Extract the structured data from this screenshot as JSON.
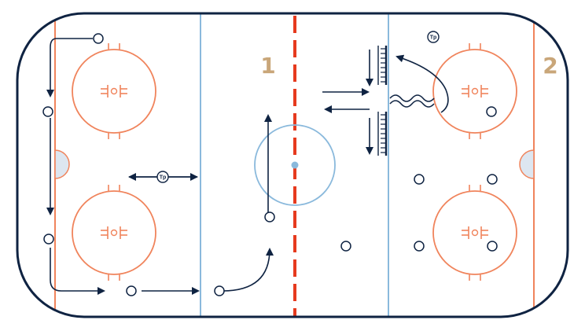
{
  "diagram": {
    "zone_labels": [
      "1",
      "2"
    ],
    "tp_labels": [
      "Tp",
      "Tp"
    ],
    "colors": {
      "boards": "#0f2342",
      "goal_line": "#f0845c",
      "blue_line": "#8ab9dc",
      "center_line": "#e63a1e",
      "circles": "#f0845c",
      "center_circle": "#8ab9dc",
      "crease_fill": "#dde6f0",
      "players": "#0f2342",
      "arrows": "#0f2342",
      "labels": "#c9a679"
    }
  }
}
